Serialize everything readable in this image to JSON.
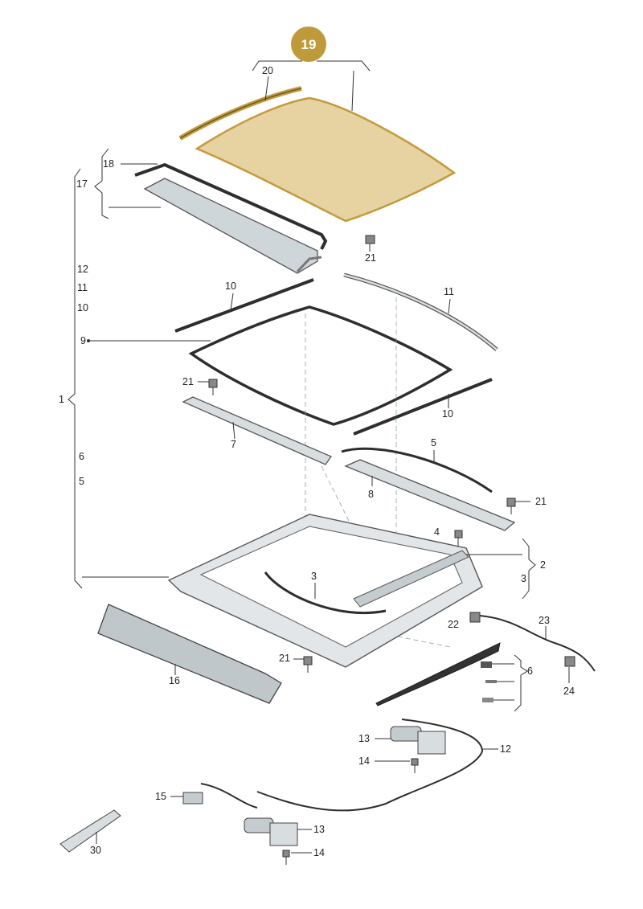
{
  "diagram": {
    "highlight_badge": "19",
    "labels": {
      "l20": "20",
      "l18": "18",
      "l17": "17",
      "l21a": "21",
      "l12a": "12",
      "l11a": "11",
      "l10a": "10",
      "l10b": "10",
      "l11b": "11",
      "l9": "9",
      "l21b": "21",
      "l1": "1",
      "l10c": "10",
      "l7": "7",
      "l5a": "5",
      "l6a": "6",
      "l5b": "5",
      "l8": "8",
      "l21c": "21",
      "l4": "4",
      "l2": "2",
      "l3a": "3",
      "l3b": "3",
      "l22": "22",
      "l23": "23",
      "l21d": "21",
      "l16": "16",
      "l6b": "6",
      "l24": "24",
      "l13a": "13",
      "l12b": "12",
      "l14a": "14",
      "l15": "15",
      "l13b": "13",
      "l14b": "14",
      "l30": "30"
    },
    "colors": {
      "badge": "#bf9a3a",
      "glass_fill": "#e7d2a2",
      "glass_stroke": "#c49a3c",
      "metal": "#d8dde0",
      "seal": "#2e2e2e"
    }
  }
}
